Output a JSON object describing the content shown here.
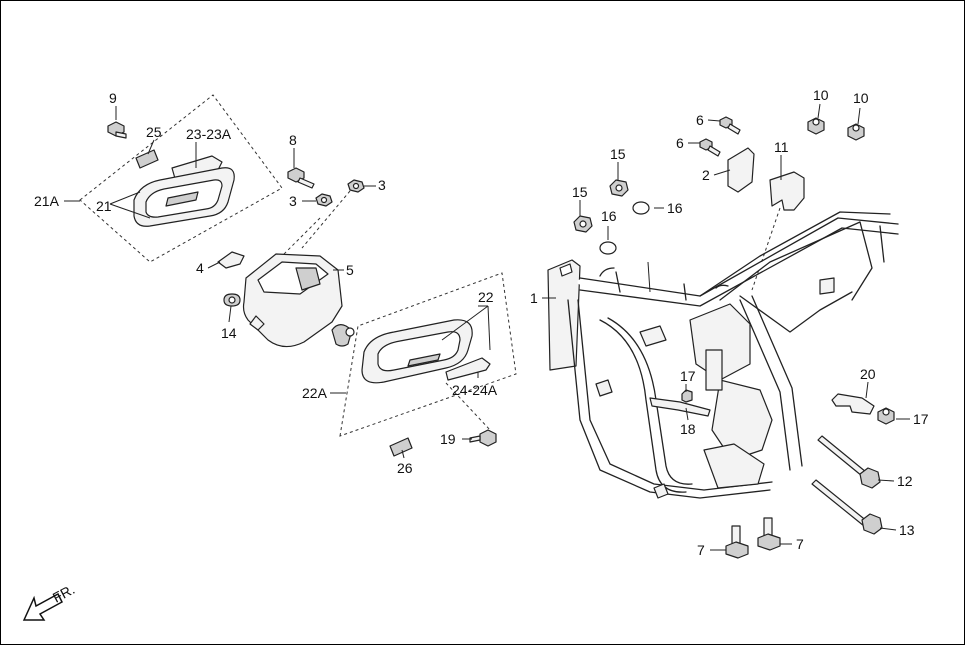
{
  "diagram": {
    "callouts": {
      "c1": "1",
      "c2": "2",
      "c3a": "3",
      "c3b": "3",
      "c4": "4",
      "c5": "5",
      "c6a": "6",
      "c6b": "6",
      "c7a": "7",
      "c7b": "7",
      "c8": "8",
      "c9": "9",
      "c10a": "10",
      "c10b": "10",
      "c11": "11",
      "c12": "12",
      "c13": "13",
      "c14": "14",
      "c15a": "15",
      "c15b": "15",
      "c16a": "16",
      "c16b": "16",
      "c17a": "17",
      "c17b": "17",
      "c18": "18",
      "c19": "19",
      "c20": "20",
      "c21": "21",
      "c21A": "21A",
      "c22": "22",
      "c22A": "22A",
      "c23": "23-23A",
      "c24": "24-24A",
      "c25": "25",
      "c26": "26"
    },
    "direction_label": "FR."
  }
}
